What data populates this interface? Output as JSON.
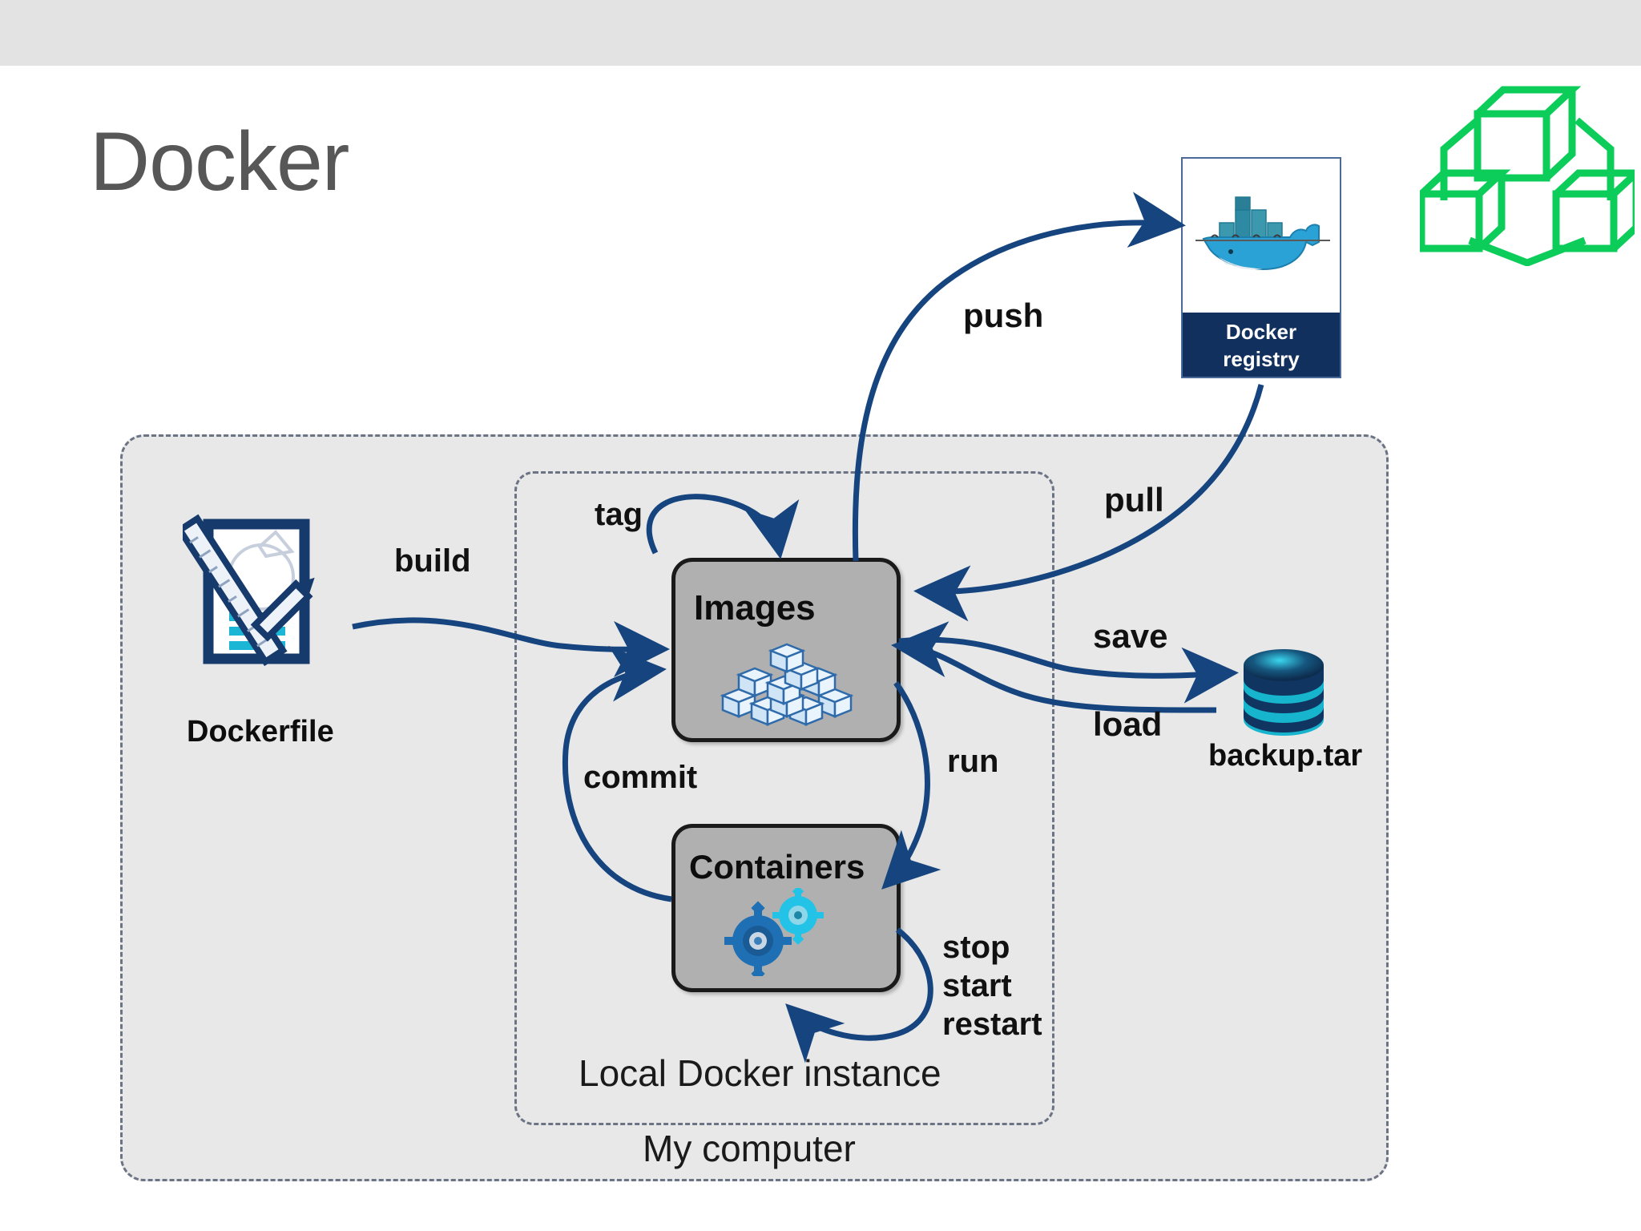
{
  "slide": {
    "title": "Docker",
    "title_color": "#575757",
    "topbar_color": "#e3e3e3",
    "background_color": "#ffffff"
  },
  "brand_logo": {
    "name": "three-green-cubes-logo",
    "color": "#0ccd5a",
    "cube_count": 3
  },
  "diagram": {
    "accent_color": "#16447e",
    "outer_boundary": {
      "label": "My computer"
    },
    "inner_boundary": {
      "label": "Local Docker instance"
    },
    "nodes": {
      "dockerfile": {
        "label": "Dockerfile",
        "icon": "document-ruler-pencil-icon"
      },
      "images": {
        "label": "Images",
        "icon": "stacked-cubes-icon"
      },
      "containers": {
        "label": "Containers",
        "icon": "gears-icon"
      },
      "registry": {
        "label_line1": "Docker",
        "label_line2": "registry",
        "icon": "docker-whale-icon"
      },
      "backup": {
        "label": "backup.tar",
        "icon": "database-cylinder-icon"
      }
    },
    "edges": {
      "build": "build",
      "tag": "tag",
      "commit": "commit",
      "run": "run",
      "push": "push",
      "pull": "pull",
      "save": "save",
      "load": "load",
      "stop": "stop",
      "start": "start",
      "restart": "restart"
    }
  }
}
